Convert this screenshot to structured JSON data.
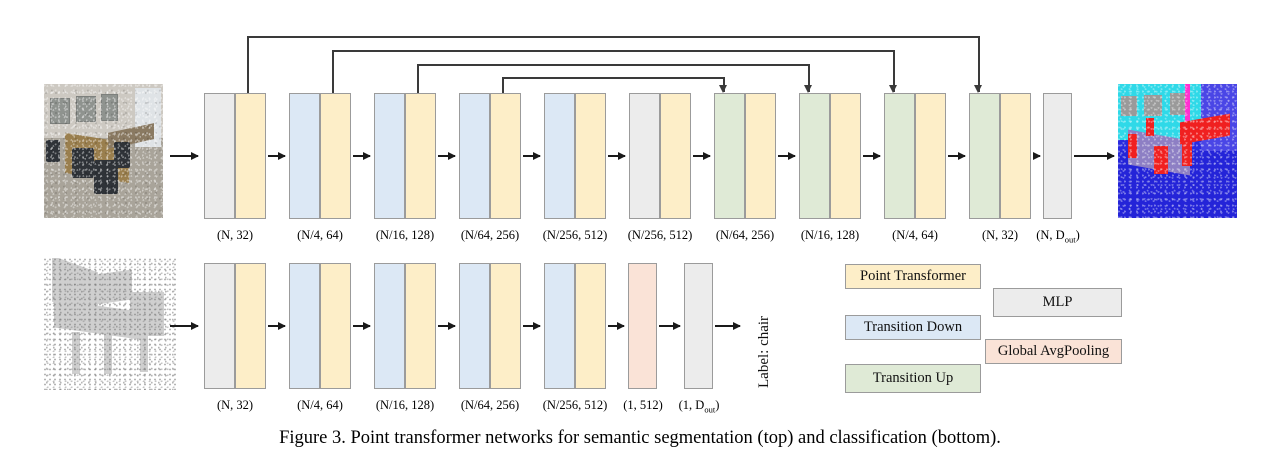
{
  "figure": {
    "caption": "Figure 3. Point transformer networks for semantic segmentation (top) and classification (bottom)."
  },
  "colors": {
    "point_transformer": "#fdeec8",
    "transition_down": "#dce8f5",
    "transition_up": "#dfead6",
    "mlp": "#ececec",
    "global_avgpooling": "#fae3d7",
    "border": "#9b9b9b",
    "arrow": "#1a1a1a"
  },
  "segmentation_network": {
    "name": "semantic segmentation branch",
    "input_image_alt": "indoor room point cloud with table and chairs",
    "output_image_alt": "semantically segmented room point cloud",
    "blocks": [
      {
        "label": "(N, 32)",
        "parts": [
          "mlp",
          "point_transformer"
        ]
      },
      {
        "label": "(N/4, 64)",
        "parts": [
          "transition_down",
          "point_transformer"
        ]
      },
      {
        "label": "(N/16, 128)",
        "parts": [
          "transition_down",
          "point_transformer"
        ]
      },
      {
        "label": "(N/64, 256)",
        "parts": [
          "transition_down",
          "point_transformer"
        ]
      },
      {
        "label": "(N/256, 512)",
        "parts": [
          "transition_down",
          "point_transformer"
        ]
      },
      {
        "label": "(N/256, 512)",
        "parts": [
          "mlp",
          "point_transformer"
        ]
      },
      {
        "label": "(N/64, 256)",
        "parts": [
          "transition_up",
          "point_transformer"
        ]
      },
      {
        "label": "(N/16, 128)",
        "parts": [
          "transition_up",
          "point_transformer"
        ]
      },
      {
        "label": "(N/4, 64)",
        "parts": [
          "transition_up",
          "point_transformer"
        ]
      },
      {
        "label": "(N, 32)",
        "parts": [
          "transition_up",
          "point_transformer"
        ]
      },
      {
        "label": "(N, Dout)",
        "label_base": "(N, D",
        "label_sub": "out",
        "label_tail": ")",
        "parts": [
          "mlp"
        ]
      }
    ],
    "skip_connections": [
      {
        "from_block": 1,
        "to_block": 10
      },
      {
        "from_block": 2,
        "to_block": 9
      },
      {
        "from_block": 3,
        "to_block": 8
      },
      {
        "from_block": 4,
        "to_block": 7
      }
    ]
  },
  "classification_network": {
    "name": "classification branch",
    "input_image_alt": "sparse chair point cloud",
    "output_label": "Label: chair",
    "blocks": [
      {
        "label": "(N, 32)",
        "parts": [
          "mlp",
          "point_transformer"
        ]
      },
      {
        "label": "(N/4, 64)",
        "parts": [
          "transition_down",
          "point_transformer"
        ]
      },
      {
        "label": "(N/16, 128)",
        "parts": [
          "transition_down",
          "point_transformer"
        ]
      },
      {
        "label": "(N/64, 256)",
        "parts": [
          "transition_down",
          "point_transformer"
        ]
      },
      {
        "label": "(N/256, 512)",
        "parts": [
          "transition_down",
          "point_transformer"
        ]
      },
      {
        "label": "(1, 512)",
        "parts": [
          "global_avgpooling"
        ]
      },
      {
        "label": "(1, Dout)",
        "label_base": "(1, D",
        "label_sub": "out",
        "label_tail": ")",
        "parts": [
          "mlp"
        ]
      }
    ]
  },
  "legend": {
    "items": [
      {
        "label": "Point Transformer",
        "color_key": "point_transformer"
      },
      {
        "label": "MLP",
        "color_key": "mlp"
      },
      {
        "label": "Transition Down",
        "color_key": "transition_down"
      },
      {
        "label": "Global AvgPooling",
        "color_key": "global_avgpooling"
      },
      {
        "label": "Transition Up",
        "color_key": "transition_up"
      }
    ]
  }
}
